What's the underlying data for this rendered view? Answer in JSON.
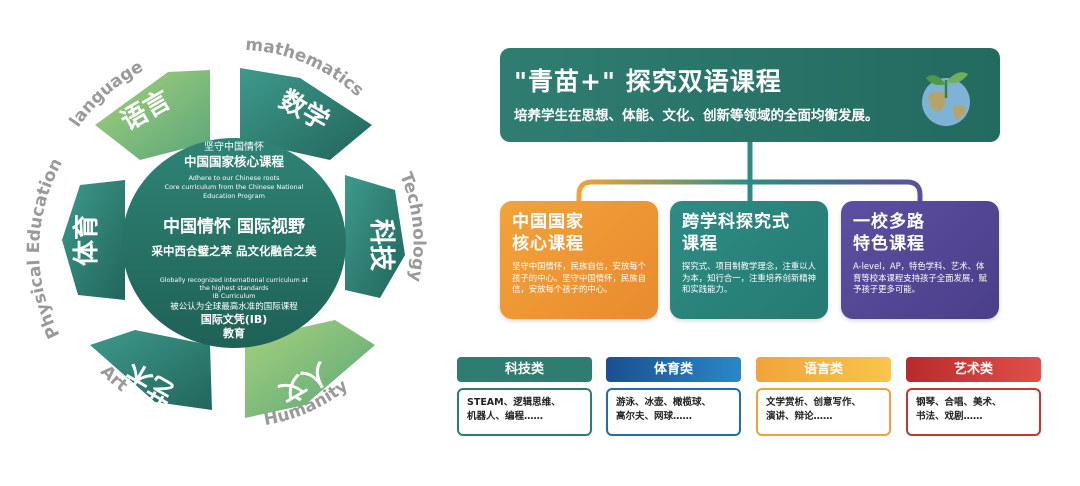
{
  "wheel": {
    "english_labels": {
      "language": "language",
      "mathematics": "mathematics",
      "technology": "Technology",
      "humanity": "Humanity",
      "art": "Art",
      "physical_education": "Physical Education"
    },
    "segments": {
      "language": "语言",
      "math": "数学",
      "tech": "科技",
      "humanity": "人文",
      "art": "艺术",
      "pe": "体育"
    },
    "center": {
      "top_small": "坚守中国情怀",
      "top_title": "中国国家核心课程",
      "top_en_1": "Adhere to our Chinese roots",
      "top_en_2": "Core curriculum from the Chinese National",
      "top_en_3": "Education Program",
      "mid_title": "中国情怀  国际视野",
      "mid_sub": "采中西合璧之萃  品文化融合之美",
      "bot_en_1": "Globally recognized international curriculum at",
      "bot_en_2": "the highest standards",
      "bot_en_3": "IB Curriculum",
      "bot_cn_1": "被公认为全球最高水准的国际课程",
      "bot_cn_2": "国际文凭(IB)",
      "bot_cn_3": "教育"
    }
  },
  "banner": {
    "title": "\"青苗+\" 探究双语课程",
    "subtitle": "培养学生在思想、体能、文化、创新等领域的全面均衡发展。"
  },
  "cards": [
    {
      "title": "中国国家\n核心课程",
      "body": "坚守中国情怀，民族自信，安放每个孩子的中心。坚守中国情怀，民族自信，安放每个孩子的中心。"
    },
    {
      "title": "跨学科探究式\n课程",
      "body": "探究式、项目制教学理念，注重以人为本，知行合一，注重培养创新精神和实践能力。"
    },
    {
      "title": "一校多路\n特色课程",
      "body": "A-level，AP，特色学科、艺术、体育等校本课程支持孩子全面发展，赋予孩子更多可能。"
    }
  ],
  "categories": [
    {
      "name": "科技类",
      "items": "STEAM、逻辑思维、\n机器人、编程……",
      "color": "#2f7d71"
    },
    {
      "name": "体育类",
      "items": "游泳、冰壶、橄榄球、\n高尔夫、网球……",
      "color": "#1f6fb0"
    },
    {
      "name": "语言类",
      "items": "文学赏析、创意写作、\n演讲、辩论……",
      "color": "#f0a23a"
    },
    {
      "name": "艺术类",
      "items": "钢琴、合唱、美术、\n书法、戏剧……",
      "color": "#c8352f"
    }
  ],
  "colors": {
    "teal_dark": "#2f7d71",
    "green_light": "#8cc26a",
    "orange": "#f0a23a",
    "purple": "#5c4fa0",
    "blue": "#1f6fb0",
    "red": "#c8352f"
  }
}
